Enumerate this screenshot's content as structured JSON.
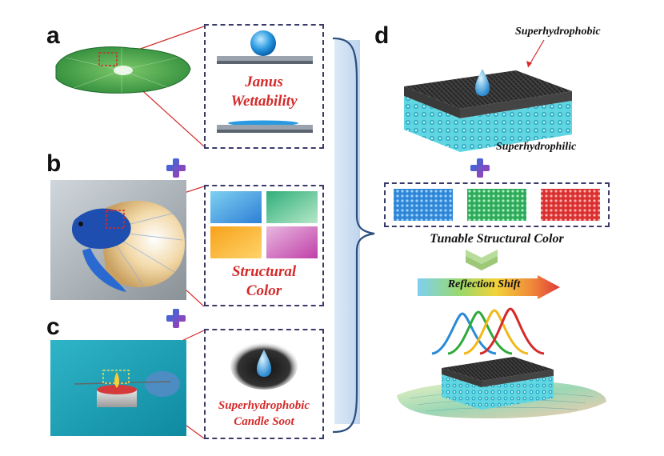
{
  "panels": {
    "a": {
      "label": "a",
      "caption_line1": "Janus",
      "caption_line2": "Wettability"
    },
    "b": {
      "label": "b",
      "caption_line1": "Structural",
      "caption_line2": "Color"
    },
    "c": {
      "label": "c",
      "caption_line1": "Superhydrophobic",
      "caption_line2": "Candle Soot"
    },
    "d": {
      "label": "d",
      "top_annotation": "Superhydrophobic",
      "bottom_annotation": "Superhydrophilic",
      "color_strip_caption": "Tunable Structural Color",
      "arrow_label": "Reflection Shift"
    }
  },
  "colors": {
    "accent_red": "#d42a2a",
    "dashed_border": "#3a3a6a",
    "plus_gradient_start": "#3a6ad8",
    "plus_gradient_end": "#9b3fb8",
    "swatch_blue": "#2f86d6",
    "swatch_green": "#2faa5a",
    "swatch_red": "#d93030"
  }
}
